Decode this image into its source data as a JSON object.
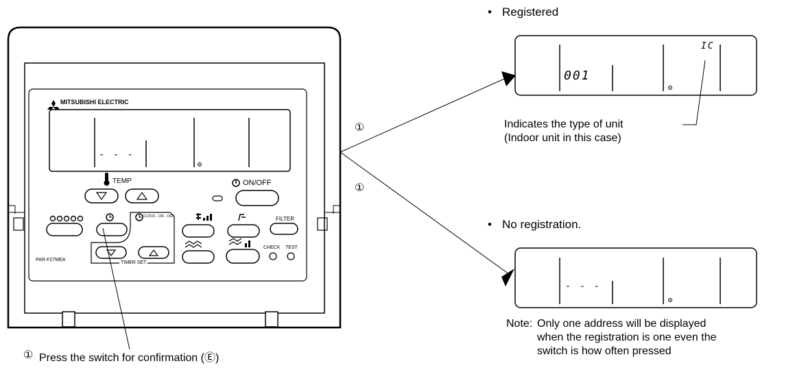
{
  "remote": {
    "brand": "MITSUBISHI ELECTRIC",
    "display_dashes": "- - -",
    "temp_label": "TEMP",
    "onoff_label": "ON/OFF",
    "filter_label": "FILTER",
    "check_label": "CHECK",
    "test_label": "TEST",
    "timer_set_label": "TIMER SET",
    "model": "PAR-F27MEA",
    "clock_label": "CLOCK→ON→OFF"
  },
  "caption": {
    "marker": "①",
    "text": "Press the switch for confirmation (Ⓔ)"
  },
  "branch_markers": [
    "①",
    "①"
  ],
  "registered": {
    "bullet": "•",
    "title": "Registered",
    "address": "001",
    "unit_type": "IC",
    "annotation_line1": "Indicates the type of unit",
    "annotation_line2": "(Indoor unit in this case)"
  },
  "no_registration": {
    "bullet": "•",
    "title": "No registration.",
    "dashes": "- - -",
    "note_prefix": "Note:",
    "note_line1": "Only one address will be displayed",
    "note_line2": "when the registration is one even the",
    "note_line3": "switch is how often pressed"
  }
}
